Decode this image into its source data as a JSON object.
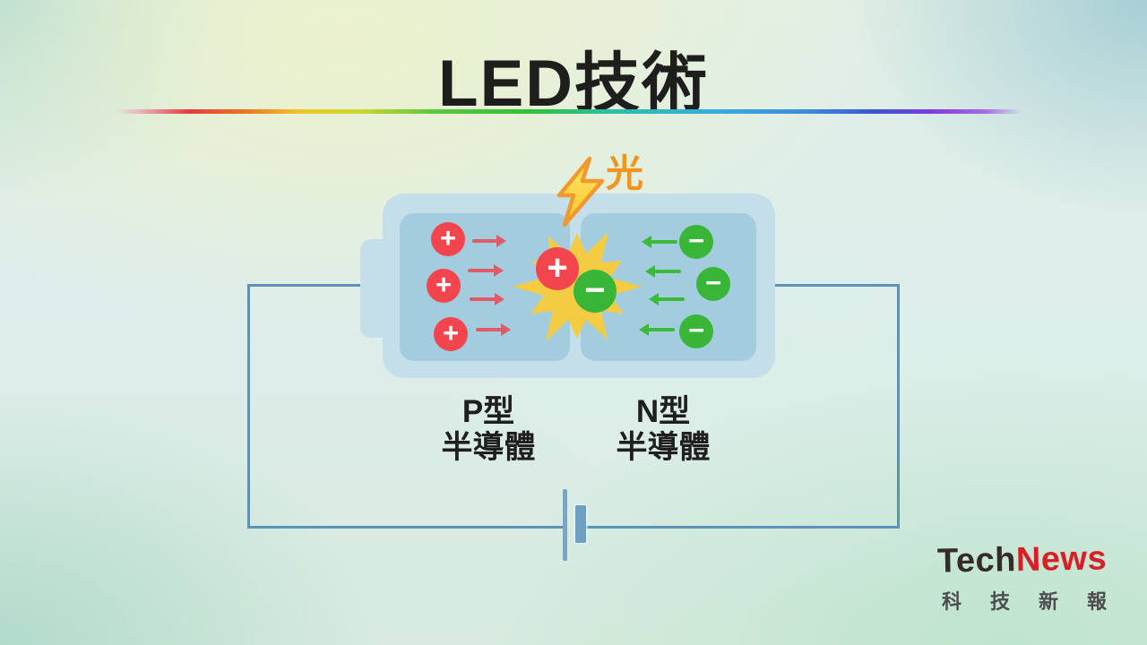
{
  "slide": {
    "title": "LED技術"
  },
  "diagram": {
    "light_label": "光",
    "junction_symbols": [
      "+",
      "−"
    ],
    "p_region": {
      "carrier_name": "hole",
      "carrier_symbol": "+",
      "carrier_count": 3,
      "arrow_direction": "right",
      "arrow_count": 4,
      "label_lines": [
        "P型",
        "半導體"
      ]
    },
    "n_region": {
      "carrier_name": "electron",
      "carrier_symbol": "−",
      "carrier_count": 3,
      "arrow_direction": "left",
      "arrow_count": 4,
      "label_lines": [
        "N型",
        "半導體"
      ]
    },
    "icons": {
      "lightning": "lightning-bolt-icon",
      "starburst": "light-emission-burst-icon",
      "battery": "battery-cell-symbol"
    },
    "colors": {
      "hole": "#F2454E",
      "electron": "#39B637",
      "hole_arrow": "#E05A68",
      "electron_arrow": "#3CB93C",
      "led_body": "#C4DFE9",
      "led_panel": "#A4CCDF",
      "wire": "#5B92B5",
      "starburst": "#F3CC43",
      "bolt_fill": "#FFDD45",
      "bolt_stroke": "#F0992E",
      "light_text": "#F2951C",
      "title_text": "#1E1E1C"
    }
  },
  "logo": {
    "name_part1": "Tech",
    "name_part2": "News",
    "name_part1_color": "#352B28",
    "name_part2_color": "#D91F26",
    "subtitle": "科技新報",
    "subtitle_color": "#4D4D4D"
  }
}
